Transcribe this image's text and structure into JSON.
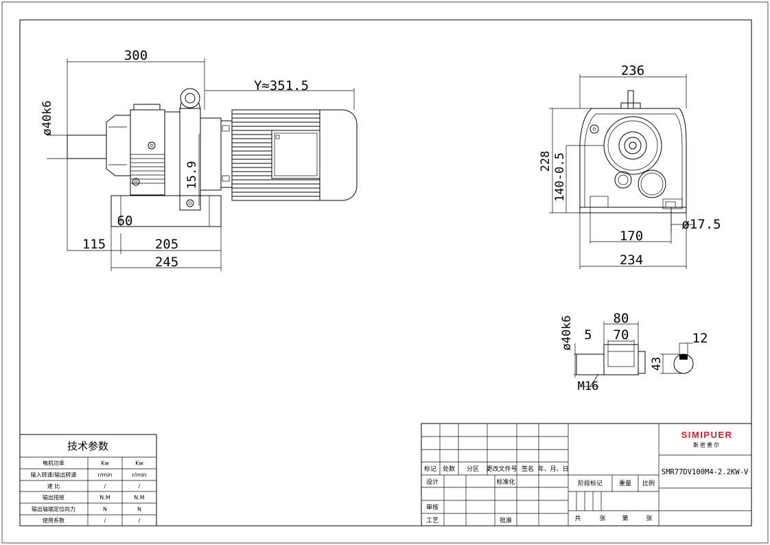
{
  "dimensions": {
    "side_view": {
      "overall_length": "300",
      "motor_length": "Y≈351.5",
      "shaft_diameter": "ø40k6",
      "shaft_height": "15.9",
      "foot_height": "60",
      "shaft_extension": "115",
      "foot_length": "205",
      "base_length": "245"
    },
    "end_view": {
      "top_width": "236",
      "overall_height": "228",
      "center_height": "140-0.5",
      "hole_diameter": "ø17.5",
      "hole_spacing": "170",
      "base_width": "234"
    },
    "shaft_detail": {
      "shaft_diameter": "ø40k6",
      "shaft_length": "80",
      "key_length": "70",
      "key_offset": "5",
      "thread": "M16",
      "key_width": "12",
      "key_height": "43"
    }
  },
  "tech_params": {
    "title": "技术参数",
    "rows": [
      {
        "label": "电机功率",
        "v1": "Kw",
        "v2": "Kw"
      },
      {
        "label": "输入转速/输出转速",
        "v1": "r/min",
        "v2": "r/min"
      },
      {
        "label": "速  比",
        "v1": "/",
        "v2": "/"
      },
      {
        "label": "输出扭矩",
        "v1": "N.M",
        "v2": "N.M"
      },
      {
        "label": "输出轴端定位向力",
        "v1": "N",
        "v2": "N"
      },
      {
        "label": "使用系数",
        "v1": "/",
        "v2": "/"
      }
    ]
  },
  "title_block": {
    "headers": [
      "标记",
      "处数",
      "分区",
      "更改文件号",
      "签名",
      "年、月、日"
    ],
    "design": "设计",
    "standardize": "标准化",
    "review": "审核",
    "process": "工艺",
    "approve": "批准",
    "stage_mark": "阶段标记",
    "weight": "重量",
    "scale": "比例",
    "sheets": [
      "共",
      "张",
      "第",
      "张"
    ],
    "brand": "SIMIPUER",
    "brand_cn": "斯密普尔",
    "model": "SMR77DV100M4-2.2KW-V",
    "brand_color": "#d41f26"
  }
}
